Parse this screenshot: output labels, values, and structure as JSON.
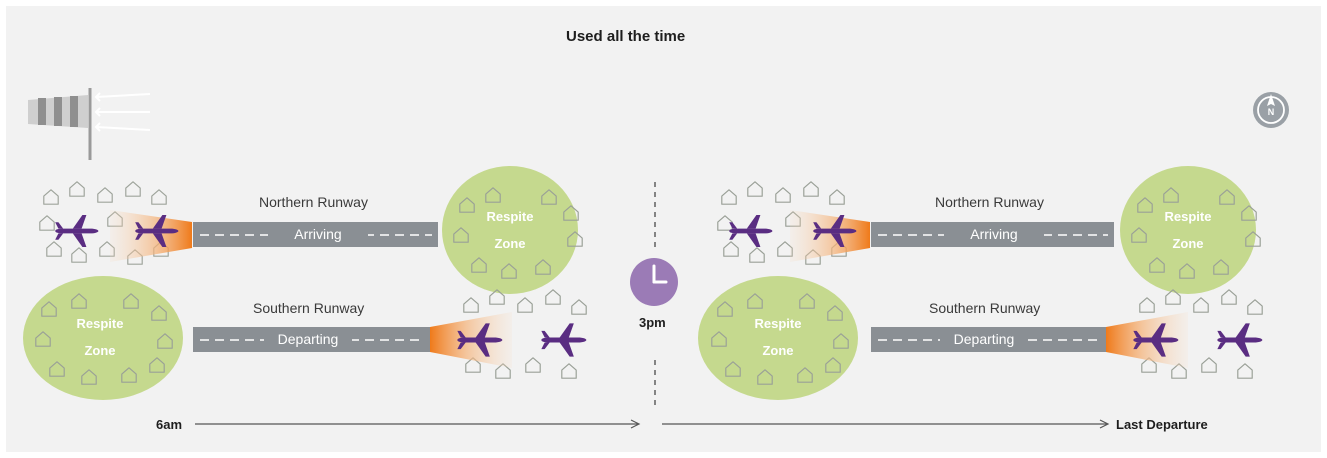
{
  "title": "Used all the time",
  "left_scene": {
    "northern_runway": "Northern Runway",
    "northern_status": "Arriving",
    "southern_runway": "Southern Runway",
    "southern_status": "Departing",
    "respite_line1": "Respite",
    "respite_line2": "Zone"
  },
  "right_scene": {
    "northern_runway": "Northern Runway",
    "northern_status": "Arriving",
    "southern_runway": "Southern Runway",
    "southern_status": "Departing",
    "respite_line1": "Respite",
    "respite_line2": "Zone"
  },
  "switch_time": "3pm",
  "timeline": {
    "start": "6am",
    "end": "Last Departure"
  },
  "icons": {
    "windsock": "windsock-icon",
    "compass": "compass-icon",
    "clock": "clock-icon",
    "plane": "plane-icon",
    "house": "house-icon"
  },
  "colors": {
    "plane": "#5a2d82",
    "runway": "#8a8f94",
    "respite": "#c5d98e",
    "beam": "#f07c1e",
    "clock": "#9b7bb6"
  }
}
